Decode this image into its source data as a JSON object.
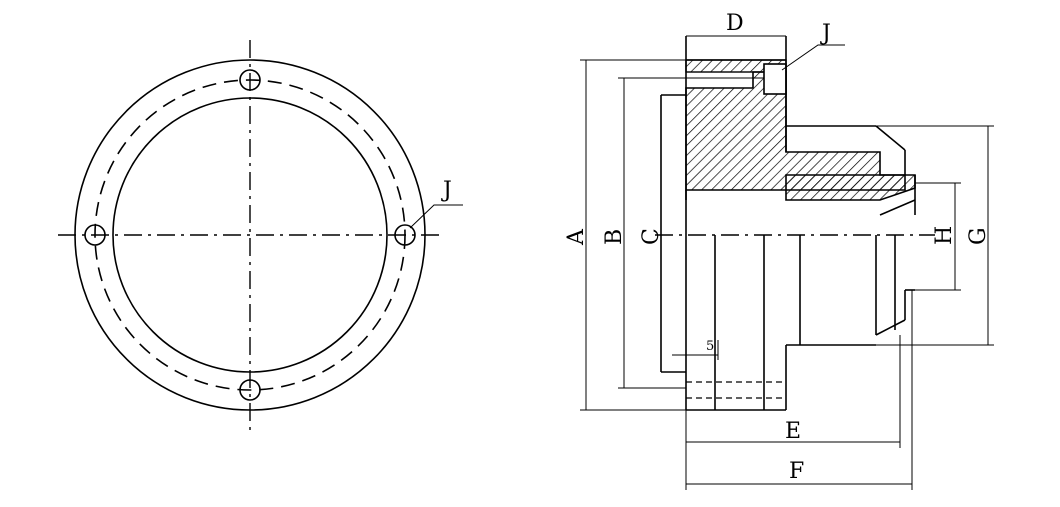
{
  "front_view": {
    "hole_label": "J"
  },
  "side_view": {
    "labels": {
      "A": "A",
      "B": "B",
      "C": "C",
      "D": "D",
      "E": "E",
      "F": "F",
      "G": "G",
      "H": "H",
      "J": "J",
      "five": "5"
    }
  }
}
